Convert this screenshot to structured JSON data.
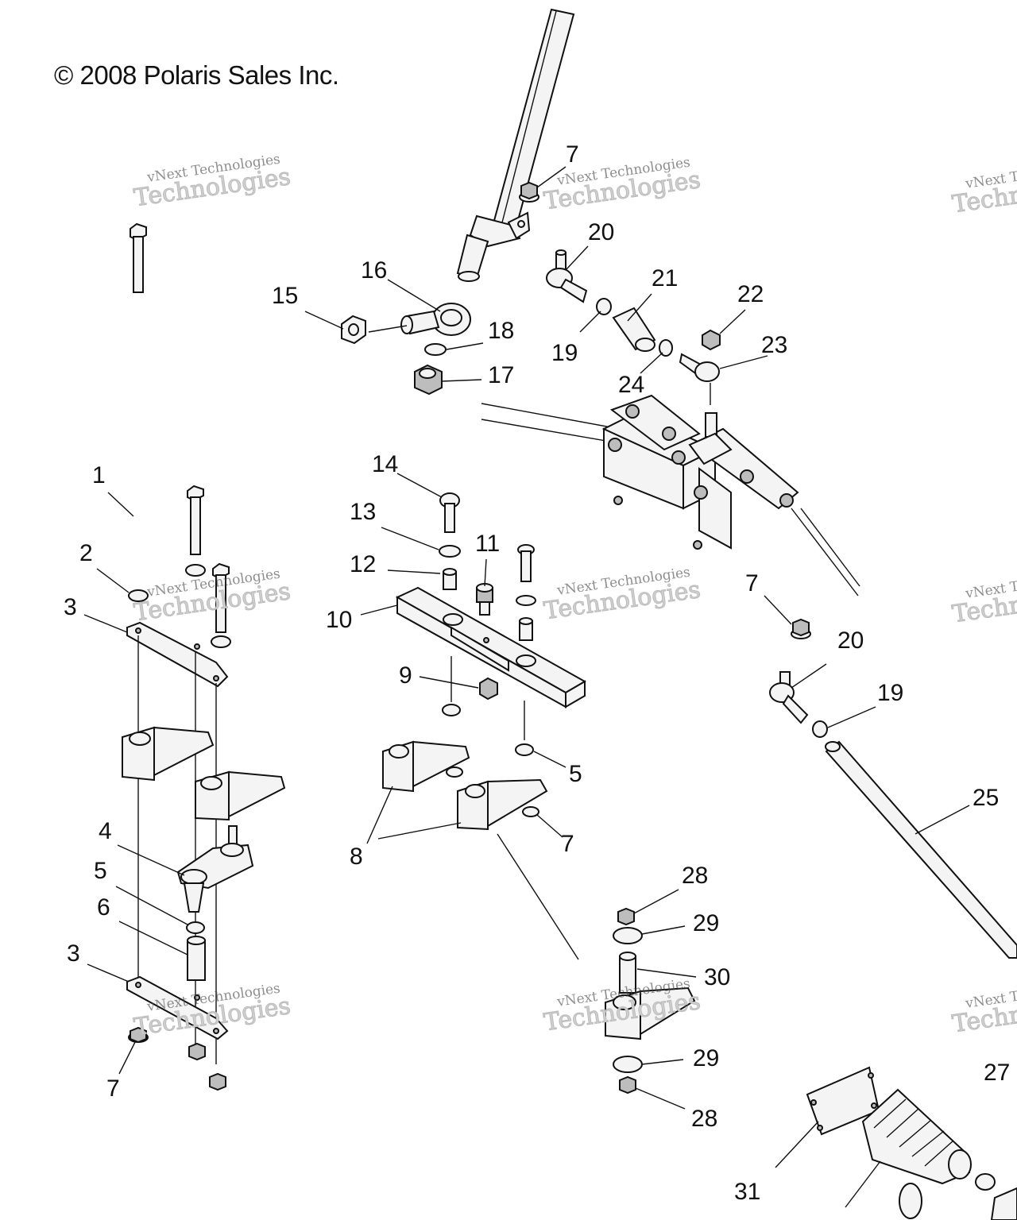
{
  "copyright": "© 2008 Polaris Sales Inc.",
  "watermark": {
    "line1": "vNext Technologies",
    "line2": "Technologies"
  },
  "callouts": [
    {
      "id": "c7a",
      "text": "7"
    },
    {
      "id": "c20a",
      "text": "20"
    },
    {
      "id": "c16",
      "text": "16"
    },
    {
      "id": "c15",
      "text": "15"
    },
    {
      "id": "c21",
      "text": "21"
    },
    {
      "id": "c22",
      "text": "22"
    },
    {
      "id": "c18",
      "text": "18"
    },
    {
      "id": "c23",
      "text": "23"
    },
    {
      "id": "c19a",
      "text": "19"
    },
    {
      "id": "c17",
      "text": "17"
    },
    {
      "id": "c24",
      "text": "24"
    },
    {
      "id": "c1",
      "text": "1"
    },
    {
      "id": "c14",
      "text": "14"
    },
    {
      "id": "c13",
      "text": "13"
    },
    {
      "id": "c2",
      "text": "2"
    },
    {
      "id": "c11",
      "text": "11"
    },
    {
      "id": "c12",
      "text": "12"
    },
    {
      "id": "c3a",
      "text": "3"
    },
    {
      "id": "c10",
      "text": "10"
    },
    {
      "id": "c7b",
      "text": "7"
    },
    {
      "id": "c20b",
      "text": "20"
    },
    {
      "id": "c9",
      "text": "9"
    },
    {
      "id": "c19b",
      "text": "19"
    },
    {
      "id": "c5a",
      "text": "5"
    },
    {
      "id": "c25",
      "text": "25"
    },
    {
      "id": "c4",
      "text": "4"
    },
    {
      "id": "c7c",
      "text": "7"
    },
    {
      "id": "c8",
      "text": "8"
    },
    {
      "id": "c5b",
      "text": "5"
    },
    {
      "id": "c28a",
      "text": "28"
    },
    {
      "id": "c6",
      "text": "6"
    },
    {
      "id": "c29a",
      "text": "29"
    },
    {
      "id": "c3b",
      "text": "3"
    },
    {
      "id": "c30",
      "text": "30"
    },
    {
      "id": "c27",
      "text": "27"
    },
    {
      "id": "c29b",
      "text": "29"
    },
    {
      "id": "c7d",
      "text": "7"
    },
    {
      "id": "c28b",
      "text": "28"
    },
    {
      "id": "c31",
      "text": "31"
    }
  ]
}
